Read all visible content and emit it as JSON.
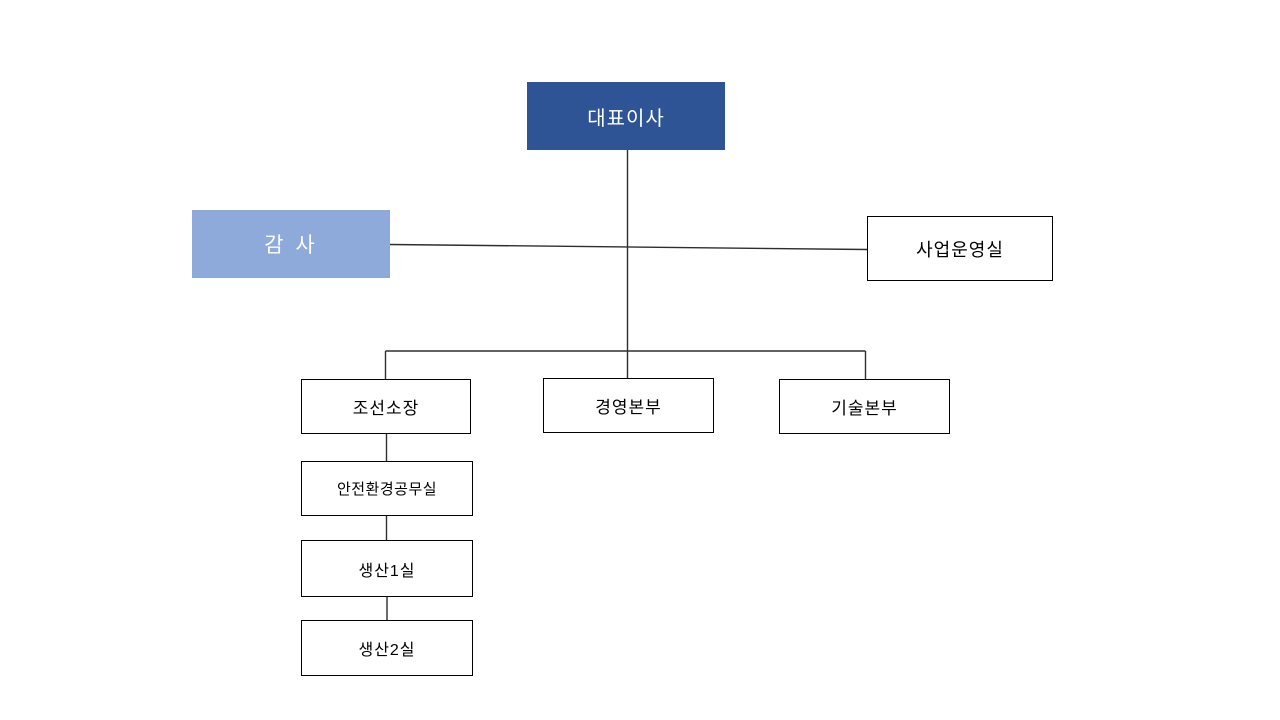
{
  "slide": {
    "type": "organization-chart",
    "background_color": "#ffffff",
    "connector_color": "#2e2e2e"
  },
  "org_chart": {
    "nodes": [
      {
        "id": "ceo",
        "label": "대표이사",
        "fill_color": "#2F5496",
        "text_color": "#ffffff",
        "border": "none",
        "level": 1
      },
      {
        "id": "auditor",
        "label": "감 사",
        "fill_color": "#8EAADB",
        "text_color": "#ffffff",
        "border": "none",
        "level": 2
      },
      {
        "id": "business-operations",
        "label": "사업운영실",
        "fill_color": "#ffffff",
        "text_color": "#000000",
        "border": "#000000",
        "level": 2
      },
      {
        "id": "shipyard-director",
        "label": "조선소장",
        "fill_color": "#ffffff",
        "text_color": "#000000",
        "border": "#000000",
        "level": 3
      },
      {
        "id": "management-hq",
        "label": "경영본부",
        "fill_color": "#ffffff",
        "text_color": "#000000",
        "border": "#000000",
        "level": 3
      },
      {
        "id": "technology-hq",
        "label": "기술본부",
        "fill_color": "#ffffff",
        "text_color": "#000000",
        "border": "#000000",
        "level": 3
      },
      {
        "id": "safety-environment",
        "label": "안전환경공무실",
        "fill_color": "#ffffff",
        "text_color": "#000000",
        "border": "#000000",
        "level": 4
      },
      {
        "id": "production-1",
        "label": "생산1실",
        "fill_color": "#ffffff",
        "text_color": "#000000",
        "border": "#000000",
        "level": 5
      },
      {
        "id": "production-2",
        "label": "생산2실",
        "fill_color": "#ffffff",
        "text_color": "#000000",
        "border": "#000000",
        "level": 6
      }
    ],
    "edges": [
      {
        "from": "대표이사",
        "to": "조선소장"
      },
      {
        "from": "대표이사",
        "to": "경영본부"
      },
      {
        "from": "대표이사",
        "to": "기술본부"
      },
      {
        "from": "감 사",
        "to": "사업운영실"
      },
      {
        "from": "조선소장",
        "to": "안전환경공무실"
      },
      {
        "from": "안전환경공무실",
        "to": "생산1실"
      },
      {
        "from": "생산1실",
        "to": "생산2실"
      }
    ]
  }
}
